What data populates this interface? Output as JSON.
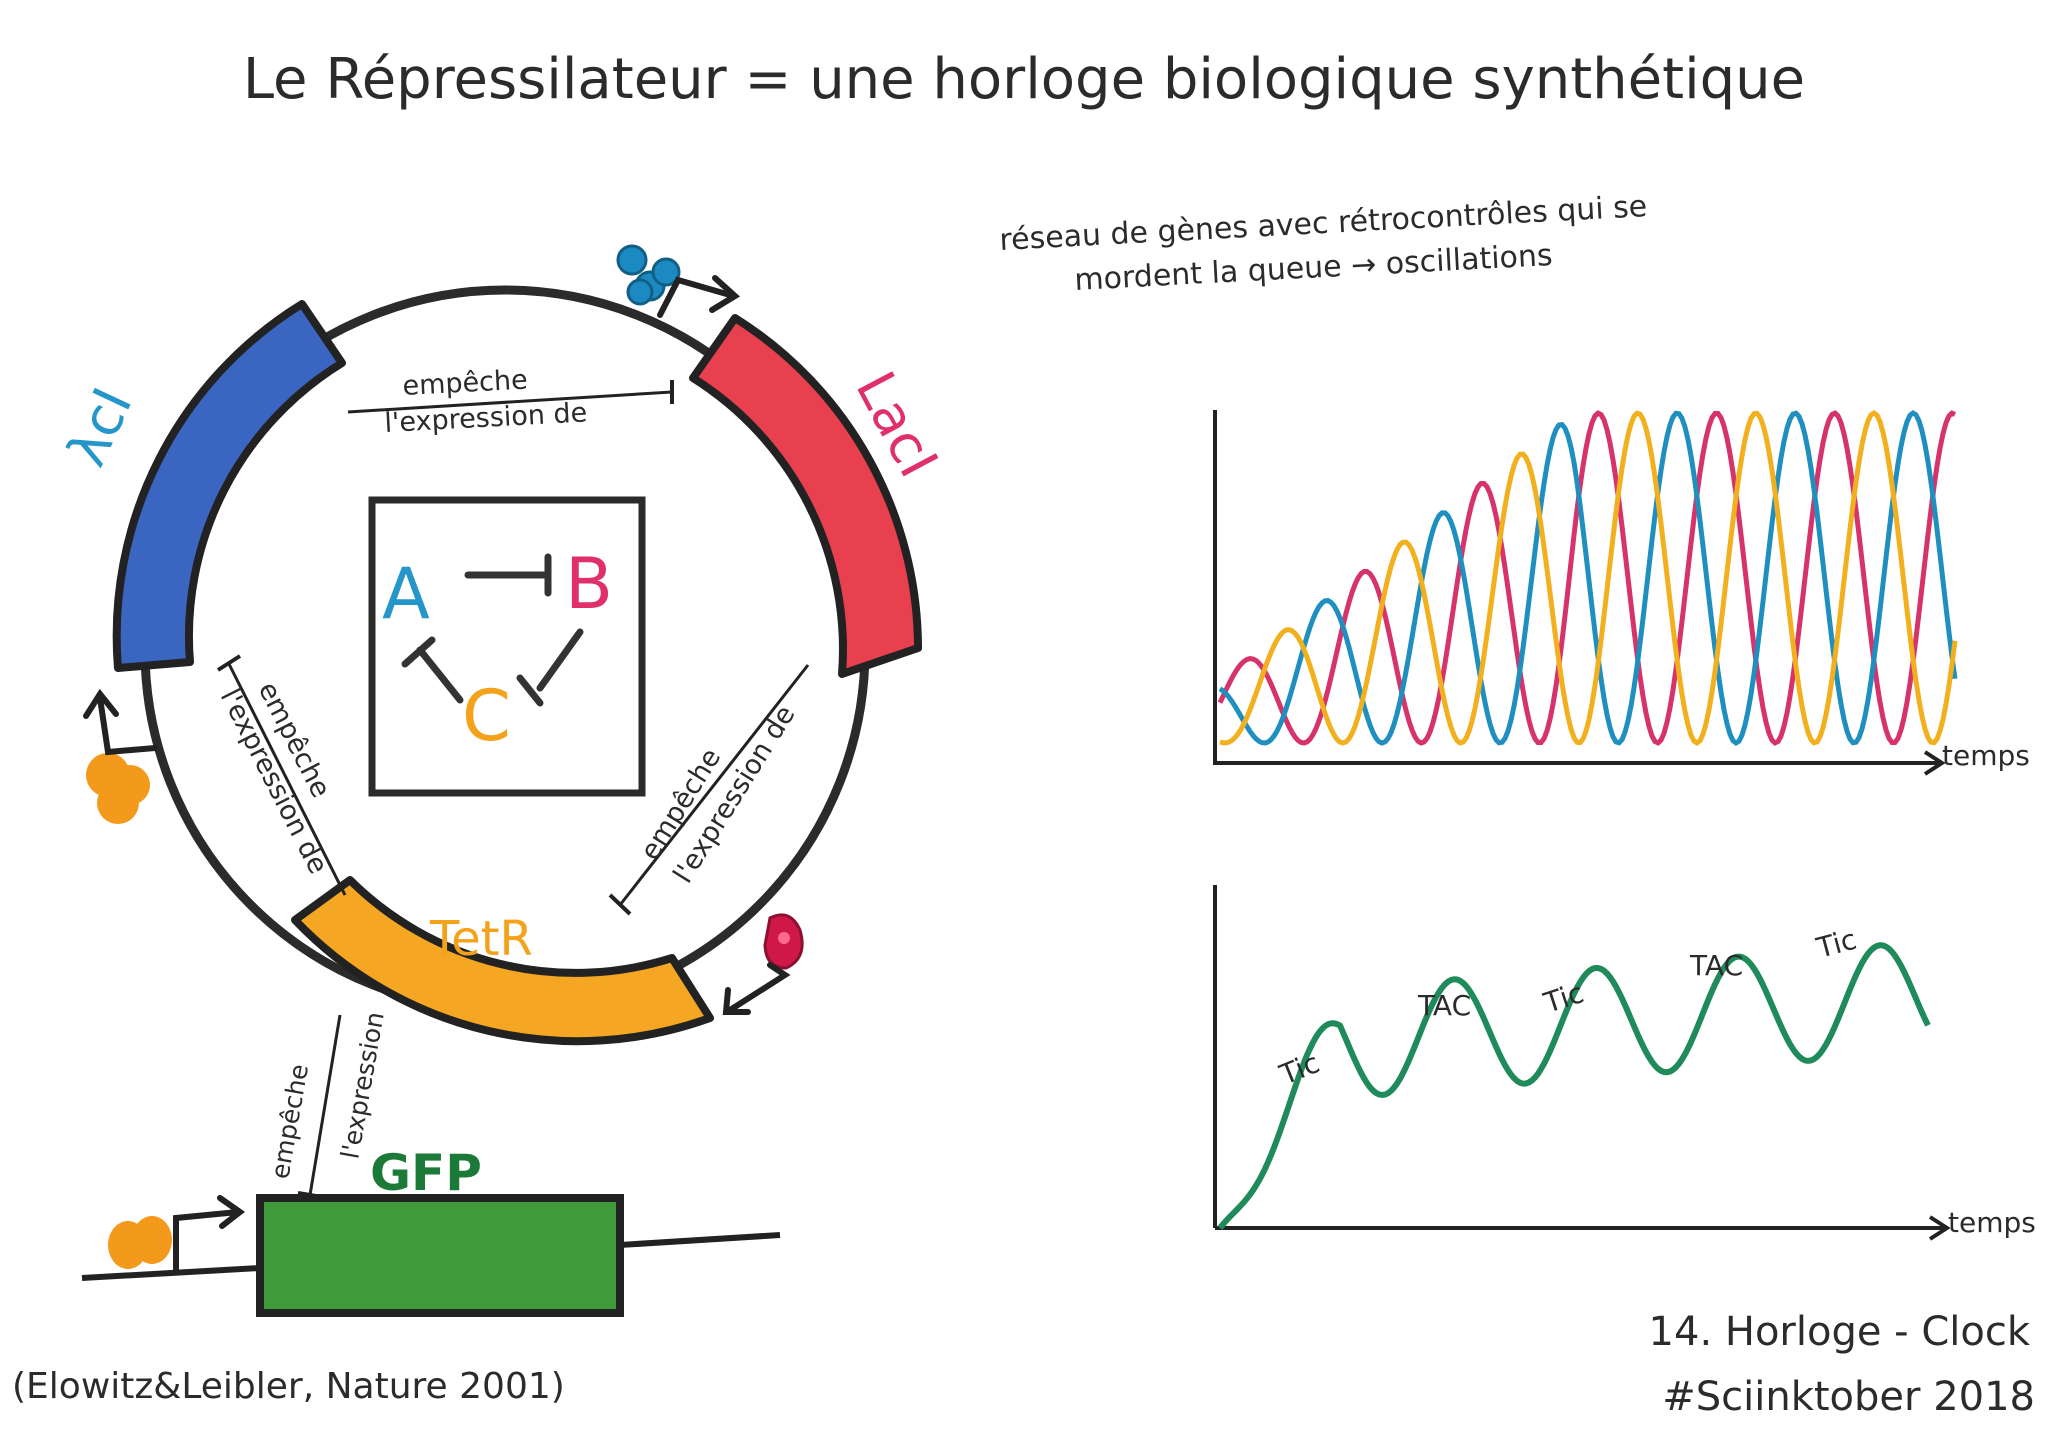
{
  "title": "Le Répressilateur = une horloge biologique synthétique",
  "description": {
    "line1": "réseau de gènes avec rétrocontrôles qui se",
    "line2": "mordent la queue → oscillations"
  },
  "genes": {
    "gene1": "λcI",
    "gene2": "LacI",
    "gene3": "TetR",
    "reporter": "GFP"
  },
  "repression_label": {
    "line1": "empêche",
    "line2": "l'expression de"
  },
  "gfp_repression_label": {
    "line1": "empêche",
    "line2": "l'expression"
  },
  "network": {
    "node_a": "A",
    "node_b": "B",
    "node_c": "C"
  },
  "charts": {
    "time_axis_label": "temps",
    "clock_peaks": [
      "Tic",
      "TAC",
      "Tic",
      "TAC",
      "Tic"
    ]
  },
  "chart_data": [
    {
      "type": "line",
      "title": "",
      "xlabel": "temps",
      "ylabel": "",
      "description": "three repressor protein levels oscillating out of phase with growing amplitude",
      "series": [
        {
          "color": "#d6336c"
        },
        {
          "color": "#1f8fbf"
        },
        {
          "color": "#f2b01e"
        }
      ]
    },
    {
      "type": "line",
      "title": "",
      "xlabel": "temps",
      "ylabel": "",
      "description": "GFP level oscillating over time",
      "series": [
        {
          "color": "#1f8a5a"
        }
      ],
      "annotations": [
        "Tic",
        "TAC",
        "Tic",
        "TAC",
        "Tic"
      ]
    }
  ],
  "citation": "(Elowitz&Leibler, Nature 2001)",
  "footer": {
    "line1": "14. Horloge - Clock",
    "line2": "#Sciinktober 2018"
  },
  "colors": {
    "blue_gene": "#3a66c2",
    "red_gene": "#e8404f",
    "orange_gene": "#f5a623",
    "green_gene": "#3f9a3a",
    "text_blue": "#2596c9",
    "text_red": "#e0306a",
    "text_orange": "#f4a21c",
    "text_green": "#1c7a38"
  }
}
